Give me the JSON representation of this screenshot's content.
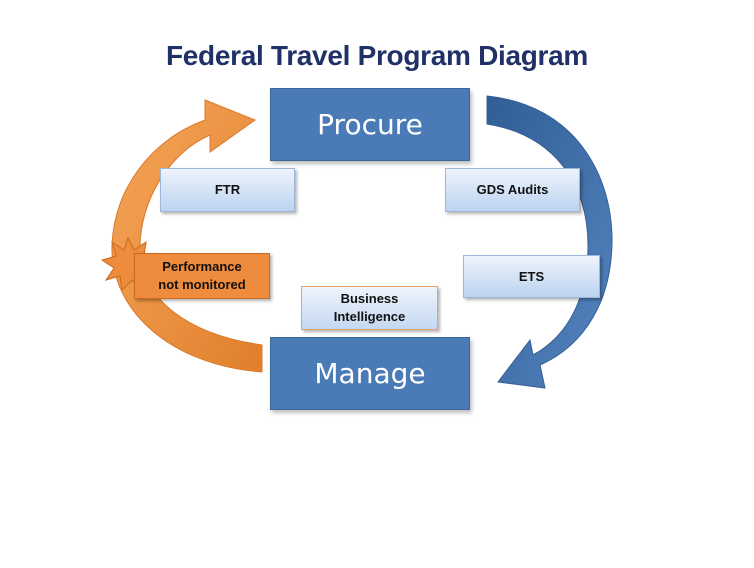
{
  "diagram": {
    "title": "Federal Travel Program Diagram",
    "nodes": {
      "procure": "Procure",
      "manage": "Manage",
      "ftr": "FTR",
      "gds_audits": "GDS Audits",
      "ets": "ETS",
      "performance_line1": "Performance",
      "performance_line2": "not monitored",
      "bi_line1": "Business",
      "bi_line2": "Intelligence"
    },
    "colors": {
      "main_box": "#4b7bb6",
      "orange_arrow": "#f0923e",
      "blue_arrow": "#3f6fa8",
      "title": "#1f3167",
      "starburst": "#ee8b3d"
    },
    "edges": [
      {
        "from": "Manage",
        "to": "Procure",
        "color": "orange"
      },
      {
        "from": "Procure",
        "to": "Manage",
        "color": "blue"
      }
    ]
  }
}
